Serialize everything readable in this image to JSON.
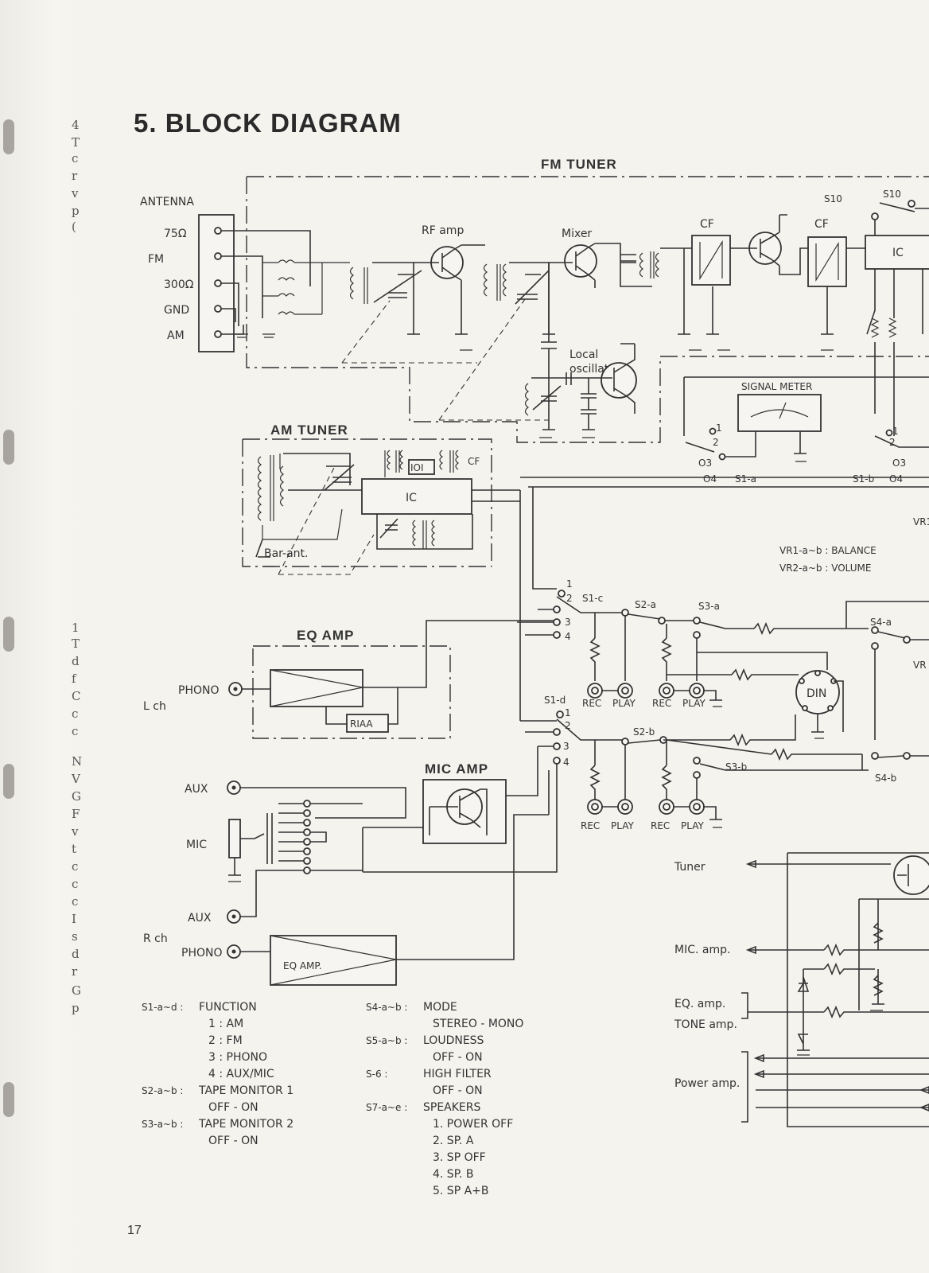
{
  "page": {
    "title": "5. BLOCK DIAGRAM",
    "page_number": "17"
  },
  "margin_fragments": [
    "4",
    "T",
    "c",
    "r",
    "v",
    "p",
    "(",
    "1",
    "T",
    "d",
    "f",
    "C",
    "c",
    "c",
    "N",
    "V",
    "G",
    "F",
    "v",
    "t",
    "c",
    "c",
    "c",
    "I",
    "s",
    "d",
    "r",
    "G",
    "p"
  ],
  "blocks": {
    "fm_tuner": "FM TUNER",
    "am_tuner": "AM TUNER",
    "eq_amp": "EQ AMP",
    "mic_amp": "MIC AMP"
  },
  "labels": {
    "antenna": "ANTENNA",
    "ant_75": "75Ω",
    "ant_fm": "FM",
    "ant_300": "300Ω",
    "ant_gnd": "GND",
    "ant_am": "AM",
    "rf_amp": "RF amp",
    "mixer": "Mixer",
    "cf": "CF",
    "ic": "IC",
    "local_osc_1": "Local",
    "local_osc_2": "oscillator",
    "signal_meter": "SIGNAL METER",
    "s10": "S10",
    "bar_ant": "Bar-ant.",
    "ifo": "IOI",
    "vr_balance": "VR1-a~b : BALANCE",
    "vr_volume": "VR2-a~b : VOLUME",
    "vr1": "VR1",
    "vr": "VR",
    "s1a": "S1-a",
    "s1b": "S1-b",
    "s1c": "S1-c",
    "s1d": "S1-d",
    "s2a": "S2-a",
    "s2b": "S2-b",
    "s3a": "S3-a",
    "s3b": "S3-b",
    "s4a": "S4-a",
    "s4b": "S4-b",
    "din": "DIN",
    "rec": "REC",
    "play": "PLAY",
    "phono": "PHONO",
    "lch": "L ch",
    "rch": "R ch",
    "riaa": "RIAA",
    "aux": "AUX",
    "mic": "MIC",
    "eq_amp_r": "EQ AMP.",
    "tuner": "Tuner",
    "mic_amp_out": "MIC. amp.",
    "eq_amp_out": "EQ. amp.",
    "tone_amp": "TONE amp.",
    "power_amp": "Power amp.",
    "n1": "1",
    "n2": "2",
    "n3": "3",
    "n4": "4",
    "o3": "O3",
    "o4": "O4"
  },
  "legend_left": [
    {
      "key": "S1-a~d :",
      "text": "FUNCTION"
    },
    {
      "key": "",
      "text": "1 : AM"
    },
    {
      "key": "",
      "text": "2 : FM"
    },
    {
      "key": "",
      "text": "3 : PHONO"
    },
    {
      "key": "",
      "text": "4 : AUX/MIC"
    },
    {
      "key": "S2-a~b :",
      "text": "TAPE MONITOR 1"
    },
    {
      "key": "",
      "text": "OFF - ON"
    },
    {
      "key": "S3-a~b :",
      "text": "TAPE MONITOR 2"
    },
    {
      "key": "",
      "text": "OFF - ON"
    }
  ],
  "legend_right": [
    {
      "key": "S4-a~b :",
      "text": "MODE"
    },
    {
      "key": "",
      "text": "STEREO - MONO"
    },
    {
      "key": "S5-a~b :",
      "text": "LOUDNESS"
    },
    {
      "key": "",
      "text": "OFF - ON"
    },
    {
      "key": "S-6 :",
      "text": "HIGH FILTER"
    },
    {
      "key": "",
      "text": "OFF - ON"
    },
    {
      "key": "S7-a~e :",
      "text": "SPEAKERS"
    },
    {
      "key": "",
      "text": "1. POWER OFF"
    },
    {
      "key": "",
      "text": "2. SP. A"
    },
    {
      "key": "",
      "text": "3. SP OFF"
    },
    {
      "key": "",
      "text": "4. SP. B"
    },
    {
      "key": "",
      "text": "5. SP A+B"
    }
  ],
  "colors": {
    "paper": "#f4f3ee",
    "ink": "#333333"
  }
}
